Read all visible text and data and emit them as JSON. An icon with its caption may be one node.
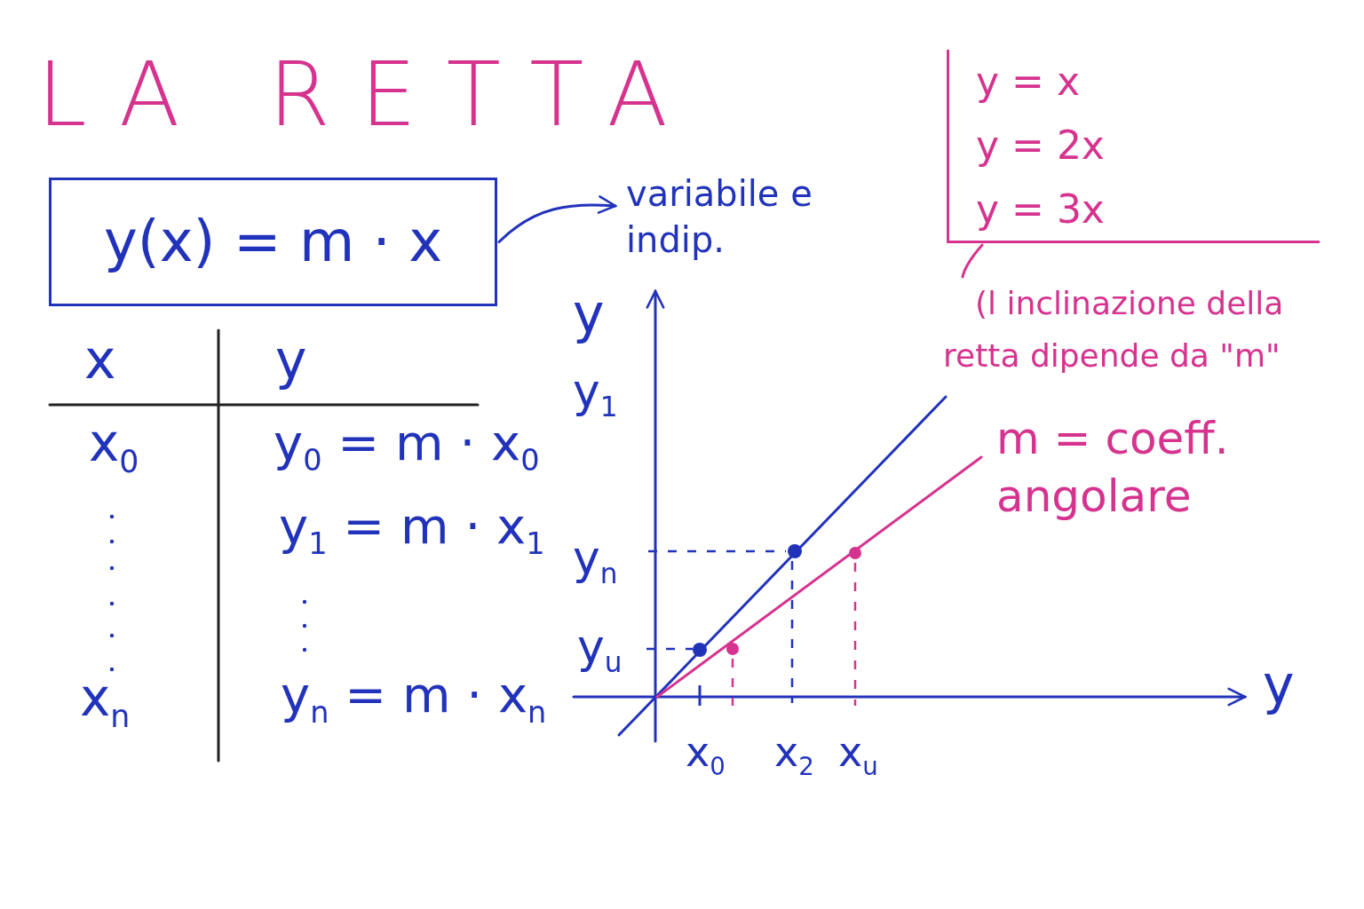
{
  "diagram": {
    "title": "LA RETTA",
    "nodes": [
      {
        "text": [
          "y(x) = m · x"
        ]
      },
      {
        "text": [
          "variabile e indip."
        ]
      },
      {
        "text": [
          "y = x",
          "y = 2x",
          "y = 3x"
        ]
      },
      {
        "text": [
          "(l inclinazione della retta dipende da \"m\""
        ]
      }
    ],
    "edges": [
      {
        "from": 0,
        "to": 1,
        "arrow": "to"
      },
      {
        "from": 2,
        "to": 3,
        "arrow": "none",
        "color": "#d6338f"
      }
    ],
    "labels": [
      "x",
      "y",
      "x$_{0}$",
      "y$_{0}$ = m · x$_{0}$",
      "y$_{1}$ = m · x$_{1}$",
      "x$_{n}$",
      "y$_{n}$ = m · x$_{n}$",
      "y",
      "y$_{1}$",
      "m = coeff. angolare",
      "y$_{n}$",
      "y$_{u}$",
      "y",
      "x$_{0}$",
      "x$_{2}$",
      "x$_{u}$"
    ]
  }
}
